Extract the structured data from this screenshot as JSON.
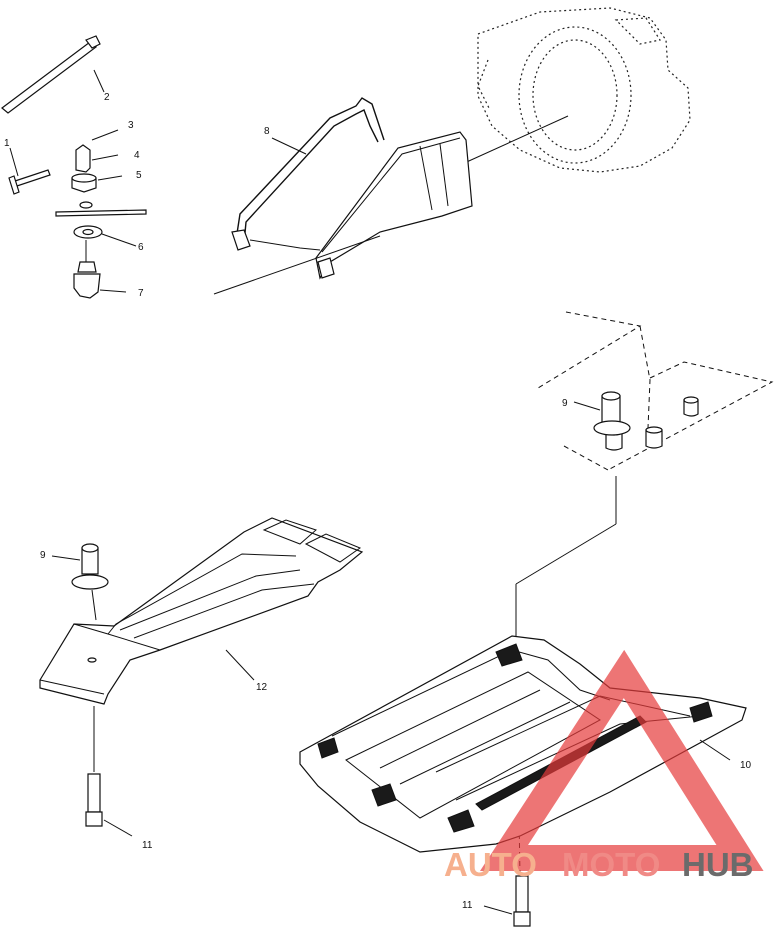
{
  "callouts": {
    "c1": "1",
    "c2": "2",
    "c3": "3",
    "c4": "4",
    "c5": "5",
    "c6": "6",
    "c7": "7",
    "c8": "8",
    "c9a": "9",
    "c9b": "9",
    "c10": "10",
    "c11a": "11",
    "c11b": "11",
    "c12": "12"
  },
  "watermark": {
    "part1": "AUTO",
    "part2": "MOTO",
    "part3": "HUB",
    "colors": {
      "auto": "#f6b08e",
      "moto": "#f08a86",
      "hub": "#6b6b6b",
      "triangle": "#e63a3a"
    }
  }
}
